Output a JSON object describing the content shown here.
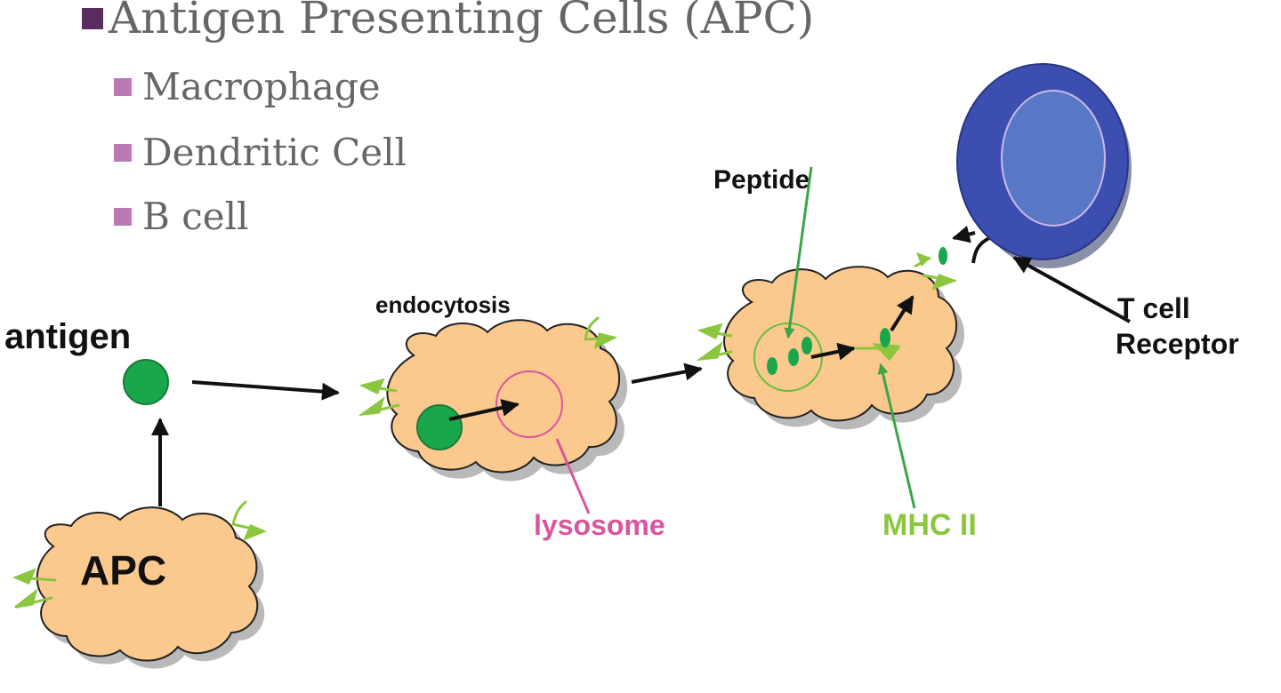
{
  "colors": {
    "text_gray": "#666666",
    "bullet_main": "#5b2c5f",
    "bullet_sub": "#b97ab6",
    "cell_fill": "#fbc88e",
    "cell_stroke": "#222222",
    "shadow": "#b9b9b9",
    "antigen": "#1aa64a",
    "lysosome": "#d9559e",
    "mhc": "#8cc63f",
    "peptide_line": "#3aa648",
    "tcell": "#3c4fb0",
    "tcell_inner": "#5878c6"
  },
  "bullets": {
    "title": "Antigen Presenting Cells (APC)",
    "items": [
      "Macrophage",
      "Dendritic Cell",
      "B cell"
    ]
  },
  "labels": {
    "antigen": "antigen",
    "apc": "APC",
    "endocytosis": "endocytosis",
    "lysosome": "lysosome",
    "peptide": "Peptide",
    "mhc": "MHC II",
    "tcell_line1": "T cell",
    "tcell_line2": "Receptor"
  }
}
